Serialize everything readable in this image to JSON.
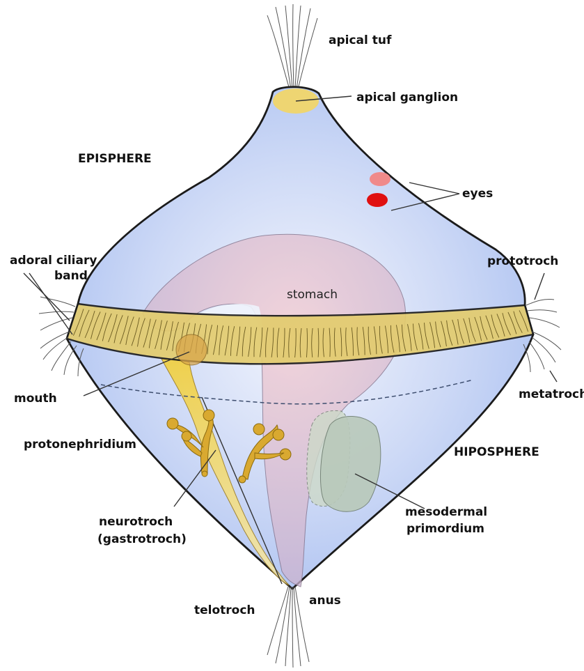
{
  "labels": {
    "apical_tuf": "apical  tuf",
    "apical_ganglion": "apical ganglion",
    "episphere": "EPISPHERE",
    "eyes": "eyes",
    "adoral_line1": "adoral ciliary",
    "adoral_line2": "band",
    "prototroch": "prototroch",
    "stomach": "stomach",
    "mouth": "mouth",
    "metatroch": "metatroch",
    "protonephridium": "protonephridium",
    "hiposphere": "HIPOSPHERE",
    "neurotroch_line1": "neurotroch",
    "neurotroch_line2": "(gastrotroch)",
    "mesodermal_line1": "mesodermal",
    "mesodermal_line2": "primordium",
    "telotroch": "telotroch",
    "anus": "anus"
  },
  "colors": {
    "body": "#b5c8f2",
    "body_center": "#eef2fd",
    "ciliary_band": "#e3cc6e",
    "ganglion": "#f0d56a",
    "stomach": "#d9b8c8",
    "eye_light": "#f08a8a",
    "eye_dark": "#e01010",
    "neurotroch": "#f0cf4a",
    "protonephridium": "#d9a930",
    "mesoderm": "#b9c9ba"
  }
}
